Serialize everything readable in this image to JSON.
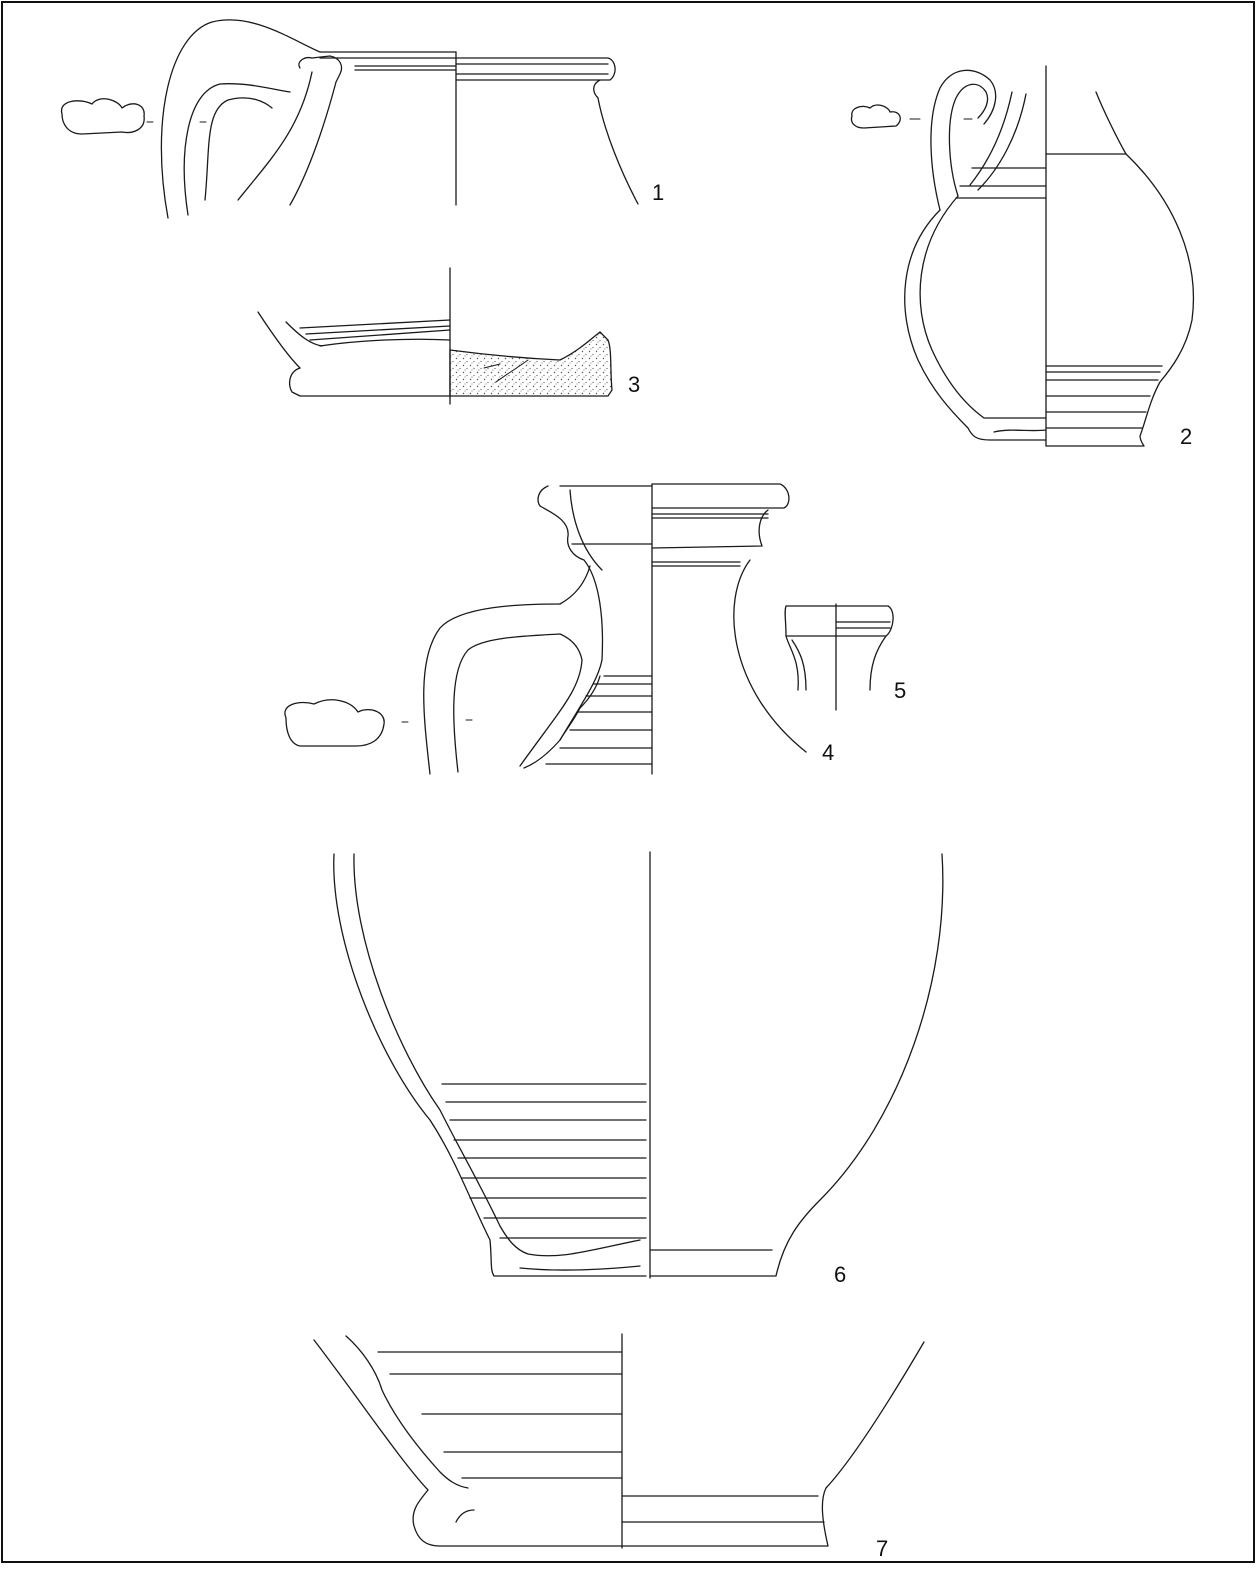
{
  "plate": {
    "figure_labels": [
      "1",
      "2",
      "3",
      "4",
      "5",
      "6",
      "7"
    ],
    "colors": {
      "ink": "#1a1a1a",
      "paper": "#ffffff",
      "stipple": "#555555"
    }
  }
}
